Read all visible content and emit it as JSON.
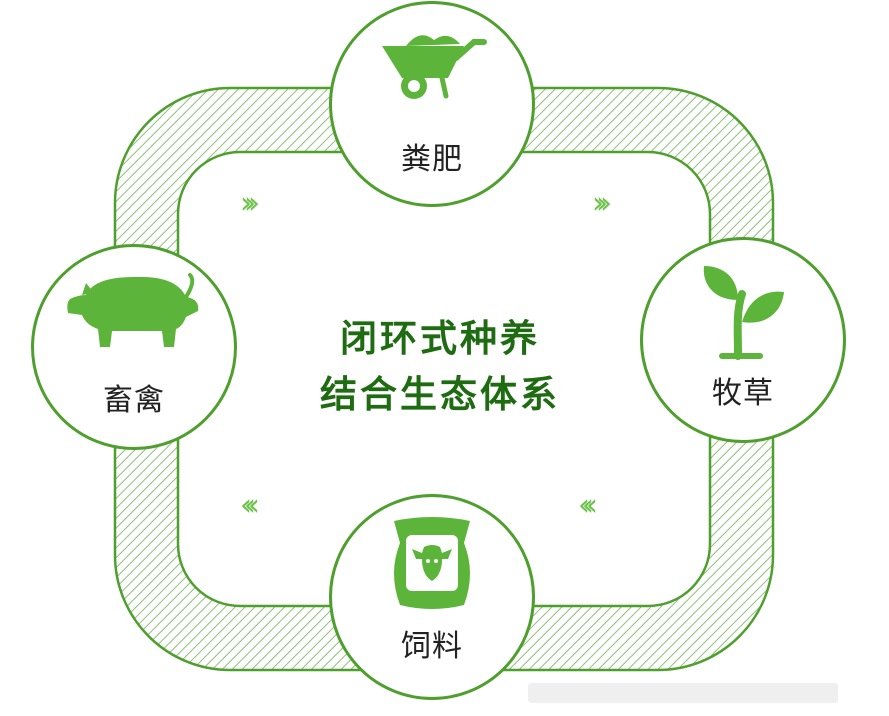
{
  "diagram": {
    "title_line1": "闭环式种养",
    "title_line2": "结合生态体系",
    "nodes": {
      "top": {
        "label": "粪肥",
        "icon": "wheelbarrow-icon"
      },
      "right": {
        "label": "牧草",
        "icon": "sprout-icon"
      },
      "bottom": {
        "label": "饲料",
        "icon": "feed-bag-icon"
      },
      "left": {
        "label": "畜禽",
        "icon": "pig-icon"
      }
    },
    "flow_arrows": {
      "top": "›››",
      "bottom": "‹‹‹"
    }
  },
  "colors": {
    "accent": "#4f9f2e",
    "icon_fill": "#5cb53a",
    "title": "#1e6b12",
    "arrow": "#6cc24a"
  }
}
